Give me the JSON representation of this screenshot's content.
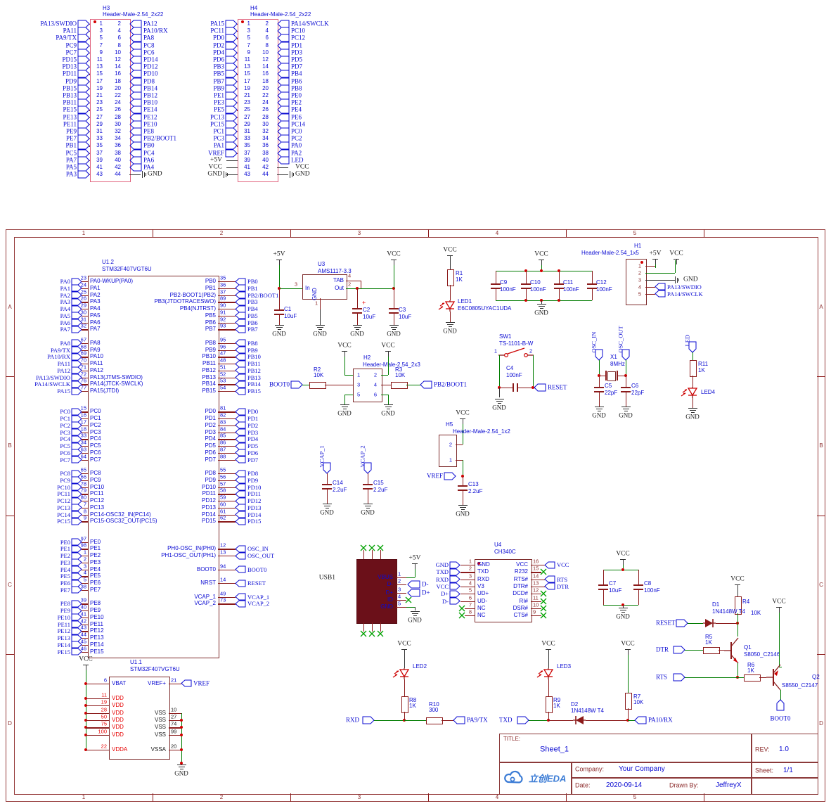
{
  "frame": {
    "cols": [
      "1",
      "2",
      "3",
      "4",
      "5"
    ],
    "rows": [
      "A",
      "B",
      "C",
      "D"
    ]
  },
  "pwr": {
    "vcc": "VCC",
    "p5": "+5V",
    "gnd": "GND",
    "plus": "+"
  },
  "nets": {
    "BOOT0": "BOOT0",
    "PB2_BOOT1": "PB2/BOOT1",
    "RESET": "RESET",
    "OSC_IN": "OSC_IN",
    "OSC_OUT": "OSC_OUT",
    "LED": "LED",
    "VREF": "VREF",
    "VCAP_1": "VCAP_1",
    "VCAP_2": "VCAP_2",
    "RXD": "RXD",
    "TXD": "TXD",
    "PA9_TX": "PA9/TX",
    "PA10_RX": "PA10/RX",
    "DTR": "DTR",
    "RTS": "RTS",
    "Dm": "D-",
    "Dp": "D+",
    "PA13_SWDIO": "PA13/SWDIO",
    "PA14_SWCLK": "PA14/SWCLK",
    "USB1": "USB1"
  },
  "parts": {
    "H3": [
      "H3",
      "Header-Male-2.54_2x22"
    ],
    "H4": [
      "H4",
      "Header-Male-2.54_2x22"
    ],
    "H1": [
      "H1",
      "Header-Male-2.54_1x5"
    ],
    "H2": [
      "H2",
      "Header-Male-2.54_2x3"
    ],
    "H5": [
      "H5",
      "Header-Male-2.54_1x2"
    ],
    "U12": [
      "U1.2",
      "STM32F407VGT6U"
    ],
    "U11": [
      "U1.1",
      "STM32F407VGT6U"
    ],
    "U3": [
      "U3",
      "AMS1117-3.3"
    ],
    "U4": [
      "U4",
      "CH340C"
    ],
    "R1": [
      "R1",
      "1K"
    ],
    "R2": [
      "R2",
      "10K"
    ],
    "R3": [
      "R3",
      "10K"
    ],
    "R4": [
      "R4",
      "10K"
    ],
    "R5": [
      "R5",
      "1K"
    ],
    "R6": [
      "R6",
      "1K"
    ],
    "R7": [
      "R7",
      "10K"
    ],
    "R8": [
      "R8",
      "1K"
    ],
    "R9": [
      "R9",
      "1K"
    ],
    "R10": [
      "R10",
      "300"
    ],
    "R11": [
      "R11",
      "1K"
    ],
    "C1": [
      "C1",
      "10uF"
    ],
    "C2": [
      "C2",
      "10uF"
    ],
    "C3": [
      "C3",
      "10uF"
    ],
    "C4": [
      "C4",
      "100nF"
    ],
    "C5": [
      "C5",
      "22pF"
    ],
    "C6": [
      "C6",
      "22pF"
    ],
    "C7": [
      "C7",
      "10uF"
    ],
    "C8": [
      "C8",
      "100nF"
    ],
    "C9": [
      "C9",
      "100nF"
    ],
    "C10": [
      "C10",
      "100nF"
    ],
    "C11": [
      "C11",
      "100nF"
    ],
    "C12": [
      "C12",
      "100nF"
    ],
    "C13": [
      "C13",
      "2.2uF"
    ],
    "C14": [
      "C14",
      "2.2uF"
    ],
    "C15": [
      "C15",
      "2.2uF"
    ],
    "LED1": [
      "LED1",
      "E6C0805UYAC1UDA"
    ],
    "LED2": [
      "LED2",
      ""
    ],
    "LED3": [
      "LED3",
      ""
    ],
    "LED4": [
      "LED4",
      ""
    ],
    "D1": [
      "D1",
      "1N4148W T4"
    ],
    "D2": [
      "D2",
      "1N4148W T4"
    ],
    "Q1": [
      "Q1",
      "S8050_C2146"
    ],
    "Q2": [
      "Q2",
      "S8550_C2147"
    ],
    "X1": [
      "X1",
      "8MHz"
    ],
    "SW1": [
      "SW1",
      "TS-1101-B-W"
    ]
  },
  "h3": {
    "left": [
      "PA13/SWDIO",
      "PA11",
      "PA9/TX",
      "PC9",
      "PC7",
      "PD15",
      "PD13",
      "PD11",
      "PD9",
      "PB15",
      "PB13",
      "PB11",
      "PE15",
      "PE13",
      "PE11",
      "PE9",
      "PE7",
      "PB1",
      "PC5",
      "PA7",
      "PA5",
      "PA3"
    ],
    "right": [
      "PA12",
      "PA10/RX",
      "PA8",
      "PC8",
      "PC6",
      "PD14",
      "PD12",
      "PD10",
      "PD8",
      "PB14",
      "PB12",
      "PB10",
      "PE14",
      "PE12",
      "PE10",
      "PE8",
      "PB2/BOOT1",
      "PB0",
      "PC4",
      "PA6",
      "PA4",
      "GND"
    ]
  },
  "h4": {
    "left": [
      "PA15",
      "PC11",
      "PD0",
      "PD2",
      "PD4",
      "PD6",
      "PB3",
      "PB5",
      "PB7",
      "PB9",
      "PE1",
      "PE3",
      "PE5",
      "PC13",
      "PC15",
      "PC1",
      "PC3",
      "PA1",
      "VREF",
      "+5V",
      "VCC",
      "GND"
    ],
    "right": [
      "PA14/SWCLK",
      "PC10",
      "PC12",
      "PD1",
      "PD3",
      "PD5",
      "PD7",
      "PB4",
      "PB6",
      "PB8",
      "PE0",
      "PE2",
      "PE4",
      "PE6",
      "PC14",
      "PC0",
      "PC2",
      "PA0",
      "PA2",
      "LED",
      "VCC",
      "GND"
    ]
  },
  "u12": {
    "left": [
      [
        "PA0",
        "23",
        "PA0-WKUP(PA0)"
      ],
      [
        "PA1",
        "24",
        "PA1"
      ],
      [
        "PA2",
        "25",
        "PA2"
      ],
      [
        "PA3",
        "26",
        "PA3"
      ],
      [
        "PA4",
        "29",
        "PA4"
      ],
      [
        "PA5",
        "30",
        "PA5"
      ],
      [
        "PA6",
        "31",
        "PA6"
      ],
      [
        "PA7",
        "32",
        "PA7"
      ],
      null,
      [
        "PA8",
        "67",
        "PA8"
      ],
      [
        "PA9/TX",
        "68",
        "PA9"
      ],
      [
        "PA10/RX",
        "69",
        "PA10"
      ],
      [
        "PA11",
        "70",
        "PA11"
      ],
      [
        "PA12",
        "71",
        "PA12"
      ],
      [
        "PA13/SWDIO",
        "72",
        "PA13(JTMS-SWDIO)"
      ],
      [
        "PA14/SWCLK",
        "76",
        "PA14(JTCK-SWCLK)"
      ],
      [
        "PA15",
        "77",
        "PA15(JTDI)"
      ],
      null,
      null,
      [
        "PC0",
        "15",
        "PC0"
      ],
      [
        "PC1",
        "16",
        "PC1"
      ],
      [
        "PC2",
        "17",
        "PC2"
      ],
      [
        "PC3",
        "18",
        "PC3"
      ],
      [
        "PC4",
        "33",
        "PC4"
      ],
      [
        "PC5",
        "34",
        "PC5"
      ],
      [
        "PC6",
        "63",
        "PC6"
      ],
      [
        "PC7",
        "64",
        "PC7"
      ],
      null,
      [
        "PC8",
        "65",
        "PC8"
      ],
      [
        "PC9",
        "66",
        "PC9"
      ],
      [
        "PC10",
        "78",
        "PC10"
      ],
      [
        "PC11",
        "79",
        "PC11"
      ],
      [
        "PC12",
        "80",
        "PC12"
      ],
      [
        "PC13",
        "7",
        "PC13"
      ],
      [
        "PC14",
        "8",
        "PC14-OSC32_IN(PC14)"
      ],
      [
        "PC15",
        "9",
        "PC15-OSC32_OUT(PC15)"
      ],
      null,
      null,
      [
        "PE0",
        "97",
        "PE0"
      ],
      [
        "PE1",
        "98",
        "PE1"
      ],
      [
        "PE2",
        "1",
        "PE2"
      ],
      [
        "PE3",
        "2",
        "PE3"
      ],
      [
        "PE4",
        "3",
        "PE4"
      ],
      [
        "PE5",
        "4",
        "PE5"
      ],
      [
        "PE6",
        "5",
        "PE6"
      ],
      [
        "PE7",
        "38",
        "PE7"
      ],
      null,
      [
        "PE8",
        "39",
        "PE8"
      ],
      [
        "PE9",
        "40",
        "PE9"
      ],
      [
        "PE10",
        "41",
        "PE10"
      ],
      [
        "PE11",
        "42",
        "PE11"
      ],
      [
        "PE12",
        "43",
        "PE12"
      ],
      [
        "PE13",
        "44",
        "PE13"
      ],
      [
        "PE14",
        "45",
        "PE14"
      ],
      [
        "PE15",
        "46",
        "PE15"
      ]
    ],
    "right": [
      [
        "PB0",
        "35",
        "PB0"
      ],
      [
        "PB1",
        "36",
        "PB1"
      ],
      [
        "PB2-BOOT1(PB2)",
        "37",
        "PB2/BOOT1"
      ],
      [
        "PB3(JTDOTRACESWO)",
        "89",
        "PB3"
      ],
      [
        "PB4(NJTRST)",
        "90",
        "PB4"
      ],
      [
        "PB5",
        "91",
        "PB5"
      ],
      [
        "PB6",
        "92",
        "PB6"
      ],
      [
        "PB7",
        "93",
        "PB7"
      ],
      null,
      [
        "PB8",
        "95",
        "PB8"
      ],
      [
        "PB9",
        "96",
        "PB9"
      ],
      [
        "PB10",
        "47",
        "PB10"
      ],
      [
        "PB11",
        "48",
        "PB11"
      ],
      [
        "PB12",
        "51",
        "PB12"
      ],
      [
        "PB13",
        "52",
        "PB13"
      ],
      [
        "PB14",
        "53",
        "PB14"
      ],
      [
        "PB15",
        "54",
        "PB15"
      ],
      null,
      null,
      [
        "PD0",
        "81",
        "PD0"
      ],
      [
        "PD1",
        "82",
        "PD1"
      ],
      [
        "PD2",
        "83",
        "PD2"
      ],
      [
        "PD3",
        "84",
        "PD3"
      ],
      [
        "PD4",
        "85",
        "PD4"
      ],
      [
        "PD5",
        "86",
        "PD5"
      ],
      [
        "PD6",
        "87",
        "PD6"
      ],
      [
        "PD7",
        "88",
        "PD7"
      ],
      null,
      [
        "PD8",
        "55",
        "PD8"
      ],
      [
        "PD9",
        "56",
        "PD9"
      ],
      [
        "PD10",
        "57",
        "PD10"
      ],
      [
        "PD11",
        "58",
        "PD11"
      ],
      [
        "PD12",
        "59",
        "PD12"
      ],
      [
        "PD13",
        "60",
        "PD13"
      ],
      [
        "PD14",
        "61",
        "PD14"
      ],
      [
        "PD15",
        "62",
        "PD15"
      ],
      null,
      null,
      null,
      [
        "PH0-OSC_IN(PH0)",
        "12",
        "OSC_IN"
      ],
      [
        "PH1-OSC_OUT(PH1)",
        "13",
        "OSC_OUT"
      ],
      null,
      [
        "BOOT0",
        "94",
        "BOOT0"
      ],
      null,
      [
        "NRST",
        "14",
        "RESET"
      ],
      null,
      [
        "VCAP_1",
        "49",
        "VCAP_1"
      ],
      [
        "VCAP_2",
        "73",
        "VCAP_2"
      ],
      null,
      null,
      null,
      null,
      null,
      null,
      null
    ]
  },
  "u11": {
    "left": [
      [
        "6",
        "VBAT",
        "b"
      ],
      null,
      [
        "11",
        "VDD",
        "r"
      ],
      [
        "19",
        "VDD",
        "r"
      ],
      [
        "28",
        "VDD",
        "r"
      ],
      [
        "50",
        "VDD",
        "r"
      ],
      [
        "75",
        "VDD",
        "r"
      ],
      [
        "100",
        "VDD",
        "r"
      ],
      null,
      [
        "22",
        "VDDA",
        "r"
      ]
    ],
    "right": [
      [
        "VREF+",
        "21",
        "b"
      ],
      null,
      null,
      null,
      [
        "VSS",
        "10",
        "k"
      ],
      [
        "VSS",
        "27",
        "k"
      ],
      [
        "VSS",
        "74",
        "k"
      ],
      [
        "VSS",
        "99",
        "k"
      ],
      null,
      [
        "VSSA",
        "20",
        "k"
      ]
    ]
  },
  "u3": {
    "in": "In",
    "gnd": "GND",
    "tab": "TAB",
    "out": "Out",
    "n1": "1",
    "n2": "2",
    "n3": "3",
    "n4": "4"
  },
  "u4": {
    "left": [
      [
        "GND",
        "1",
        "GND"
      ],
      [
        "TXD",
        "2",
        "TXD"
      ],
      [
        "RXD",
        "3",
        "RXD"
      ],
      [
        "VCC",
        "4",
        "V3"
      ],
      [
        "D+",
        "5",
        "UD+"
      ],
      [
        "D-",
        "6",
        "UD-"
      ],
      [
        null,
        "7",
        "NC"
      ],
      [
        null,
        "8",
        "NC"
      ]
    ],
    "right": [
      [
        "VCC",
        "16",
        "VCC"
      ],
      [
        null,
        "15",
        "R232"
      ],
      [
        "RTS",
        "14",
        "RTS#"
      ],
      [
        "DTR",
        "13",
        "DTR#"
      ],
      [
        null,
        "12",
        "DCD#"
      ],
      [
        null,
        "11",
        "RI#"
      ],
      [
        null,
        "10",
        "DSR#"
      ],
      [
        null,
        "9",
        "CTS#"
      ]
    ]
  },
  "usb": {
    "pins": [
      [
        "VBUS",
        "1"
      ],
      [
        "D-",
        "2"
      ],
      [
        "D+",
        "3"
      ],
      [
        "ID",
        "4"
      ],
      [
        "GND",
        "5"
      ]
    ]
  },
  "h1": {
    "nums": [
      "1",
      "2",
      "3",
      "4",
      "5"
    ]
  },
  "h2": {
    "nums": [
      "1",
      "2",
      "3",
      "4",
      "5",
      "6"
    ]
  },
  "h5": {
    "nums": [
      "2",
      "1"
    ]
  },
  "sw1": {
    "n1": "1",
    "n2": "2"
  },
  "tb": {
    "title_label": "TITLE:",
    "title": "Sheet_1",
    "rev_label": "REV:",
    "rev": "1.0",
    "company_label": "Company:",
    "company": "Your Company",
    "sheet_label": "Sheet:",
    "sheet": "1/1",
    "date_label": "Date:",
    "date": "2020-09-14",
    "drawn_label": "Drawn By:",
    "drawn": "JeffreyX",
    "logo": "立创EDA"
  }
}
